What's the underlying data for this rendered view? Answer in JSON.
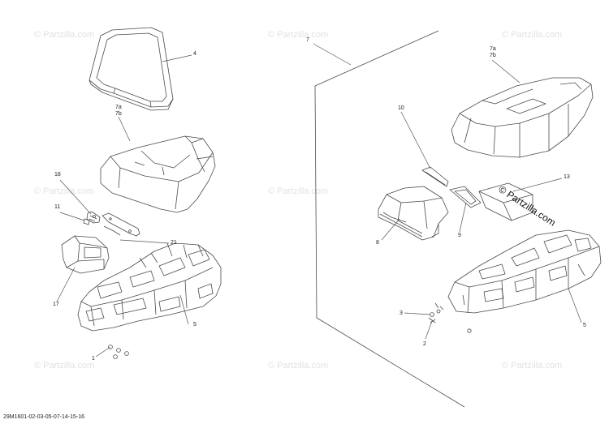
{
  "watermark": "© Partzilla.com",
  "copyright": "© Partzilla.com",
  "figure_code": "29M1601-02-03-05-07-14-15-16",
  "callouts": {
    "c4": "4",
    "c7a_left": "7a",
    "c7b_left": "7b",
    "c18": "18",
    "c11": "11",
    "c21": "21",
    "c17": "17",
    "c5_left": "5",
    "c1": "1",
    "c7": "7",
    "c7a_right": "7a",
    "c7b_right": "7b",
    "c10": "10",
    "c13": "13",
    "c8": "8",
    "c9": "9",
    "c3": "3",
    "c2": "2",
    "c5_right": "5"
  },
  "colors": {
    "line": "#4a4a4a",
    "leader": "#555555",
    "watermark": "#e2e2e2"
  }
}
